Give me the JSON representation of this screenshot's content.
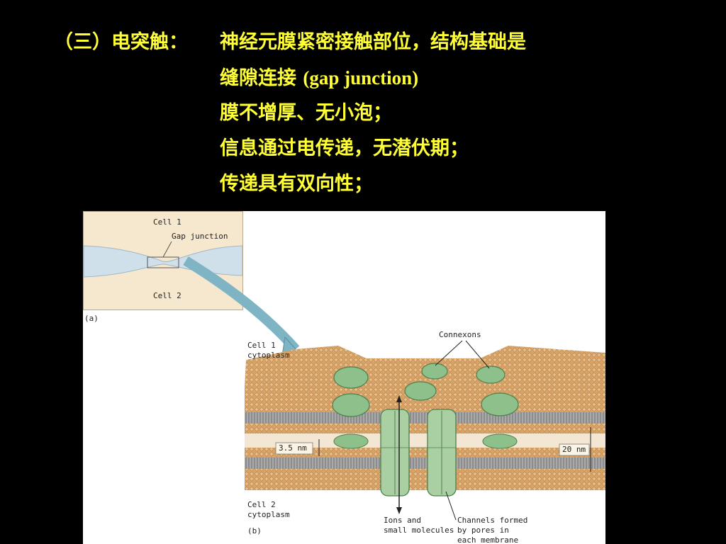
{
  "slide": {
    "heading": "（三）电突触：",
    "lines": [
      {
        "cjk": "神经元膜紧密接触部位，结构基础是",
        "latin": ""
      },
      {
        "cjk": "缝隙连接 ",
        "latin": "(gap junction)"
      },
      {
        "cjk": "膜不增厚、无小泡；",
        "latin": ""
      },
      {
        "cjk": "信息通过电传递，无潜伏期；",
        "latin": ""
      },
      {
        "cjk": "传递具有双向性；",
        "latin": ""
      }
    ]
  },
  "figure": {
    "inset": {
      "cell1": "Cell 1",
      "gap_junction": "Gap junction",
      "cell2": "Cell 2",
      "panel_label": "(a)"
    },
    "main": {
      "cell1_cytoplasm": [
        "Cell 1",
        "cytoplasm"
      ],
      "cell2_cytoplasm": [
        "Cell 2",
        "cytoplasm"
      ],
      "connexons": "Connexons",
      "gap_width": "3.5 nm",
      "total_width": "20 nm",
      "ions": [
        "Ions and",
        "small molecules"
      ],
      "channels": [
        "Channels formed",
        "by pores in",
        "each membrane"
      ],
      "panel_label": "(b)"
    },
    "colors": {
      "lipid_head": "#d9a366",
      "lipid_tail": "#8f8f8f",
      "protein": "#8dc08a",
      "arrow": "#7fb4c4",
      "inset_bg": "#f6e7cf",
      "cleft": "#cfe0ea"
    }
  }
}
